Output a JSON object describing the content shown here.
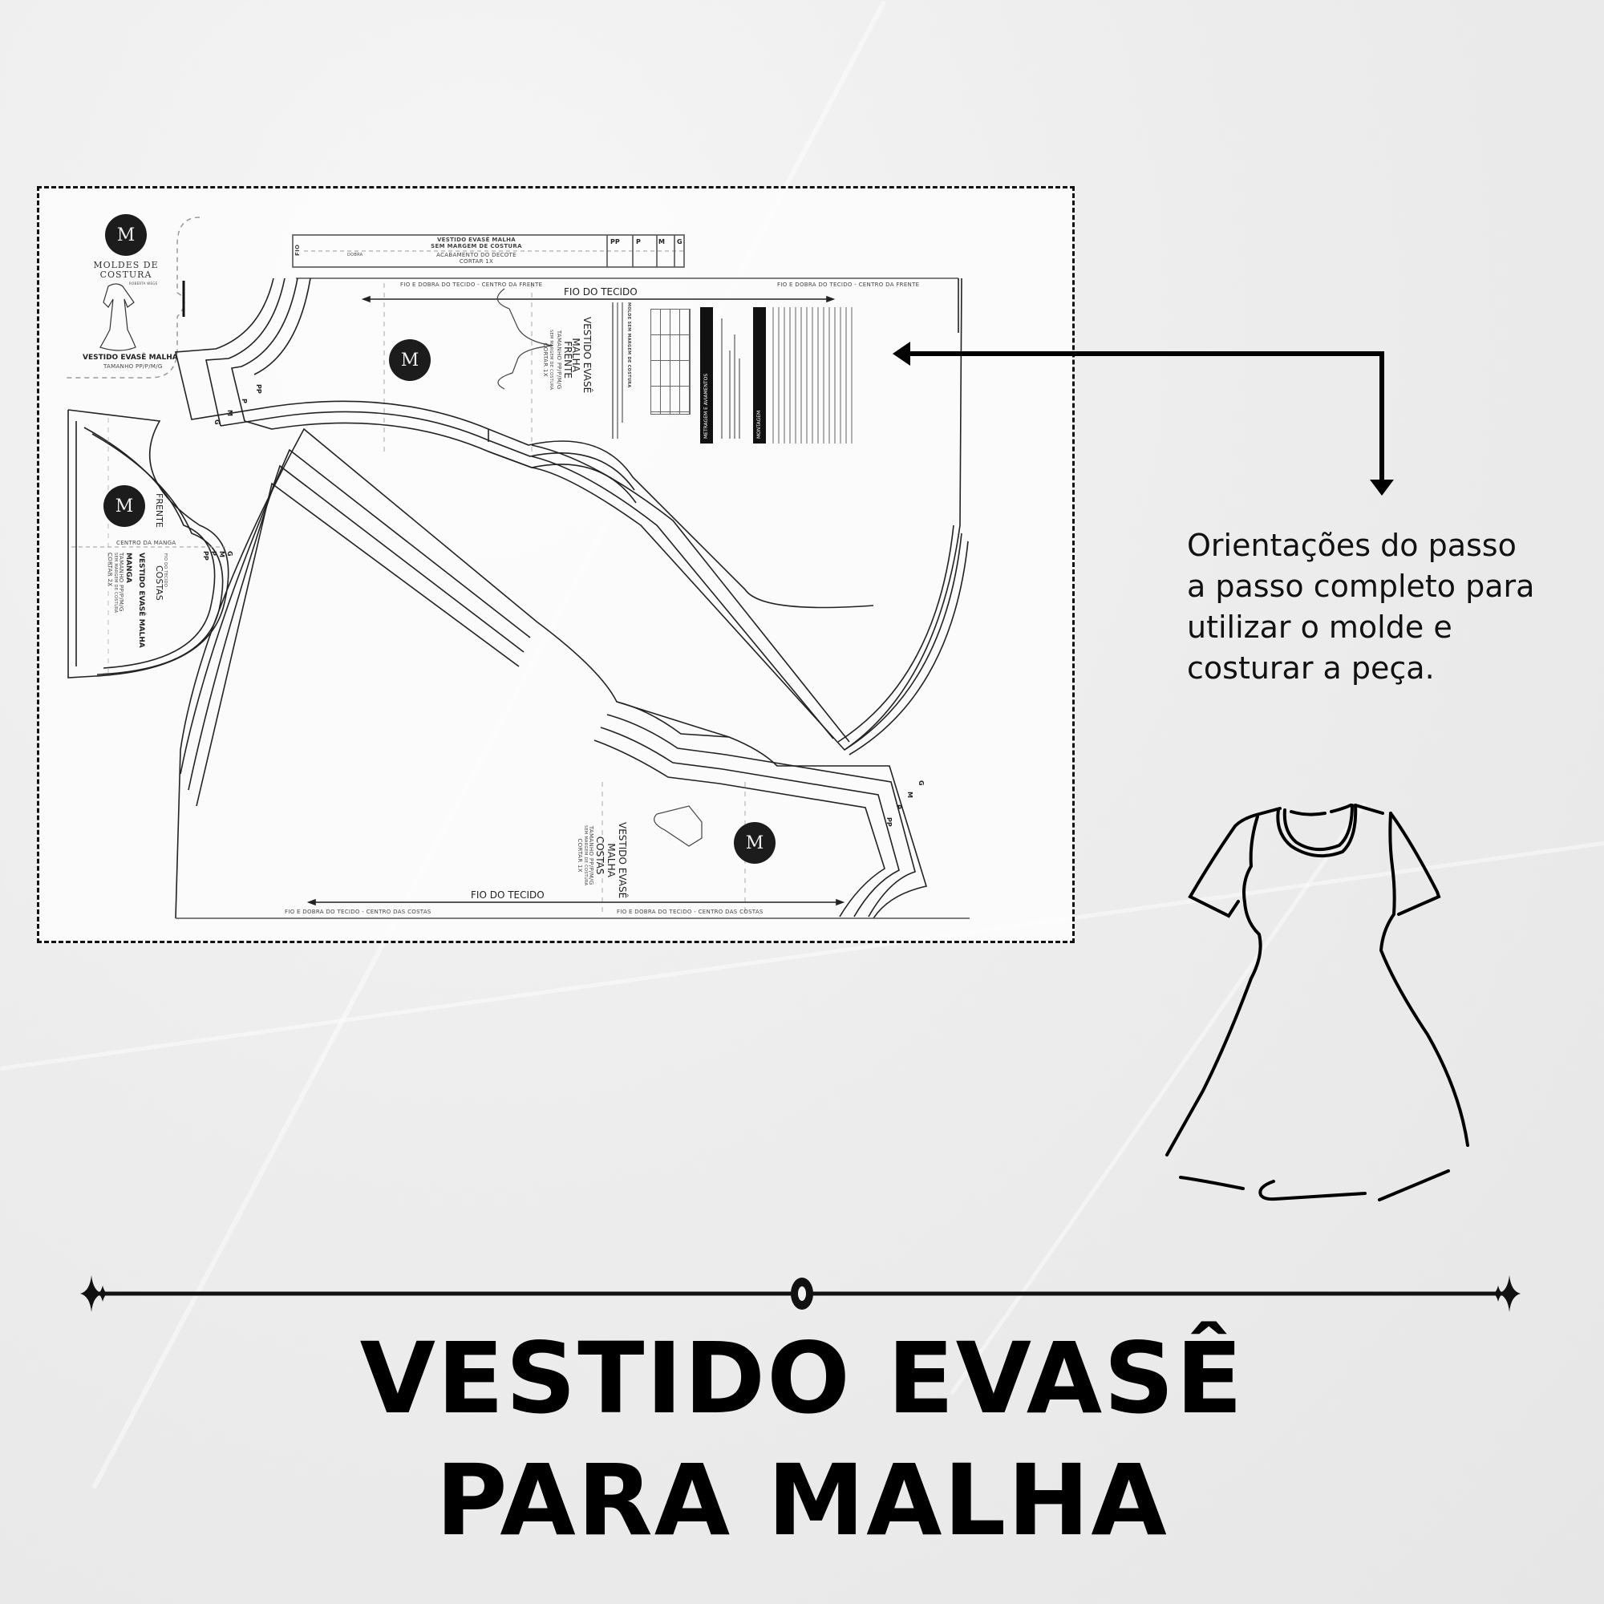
{
  "callout": {
    "lines": [
      "Orientações do passo",
      "a passo completo para",
      "utilizar o molde e",
      "costurar a peça."
    ]
  },
  "title": {
    "line1": "VESTIDO EVASÊ",
    "line2": "PARA MALHA"
  },
  "pattern_sheet": {
    "brand": {
      "name_line1": "MOLDES DE",
      "name_line2": "COSTURA",
      "tagline": "ROBERTA WEGE",
      "logo_glyph": "M"
    },
    "cover": {
      "title": "VESTIDO EVASÊ MALHA",
      "sizes": "TAMANHO PP/P/M/G"
    },
    "neckband": {
      "fio": "FIO",
      "dobra": "DOBRA",
      "title1": "VESTIDO EVASÊ MALHA",
      "title2": "SEM MARGEM DE COSTURA",
      "piece": "ACABAMENTO DO DECOTE",
      "cut": "CORTAR 1X",
      "sizes": [
        "PP",
        "P",
        "M",
        "G"
      ]
    },
    "front": {
      "fold_label_1": "FIO E DOBRA DO TECIDO - CENTRO DA FRENTE",
      "fold_label_2": "FIO E DOBRA DO TECIDO - CENTRO DA FRENTE",
      "grain": "FIO DO TECIDO",
      "title1": "VESTIDO EVASÊ",
      "title2": "MALHA",
      "piece": "FRENTE",
      "sizes": "TAMANHO PP/P/M/G",
      "margin": "SEM MARGEM DE COSTURA",
      "cut": "CORTAR 1X",
      "size_tags": [
        "G",
        "M",
        "P",
        "PP"
      ],
      "instructions_title": "MOLDE SEM MARGEM DE COSTURA",
      "instructions_bar_1": "METRAGEM E AVIAMENTOS",
      "instructions_bar_2": "MONTAGEM"
    },
    "sleeve": {
      "front_label": "FRENTE",
      "back_label": "COSTAS",
      "center": "CENTRO DA MANGA",
      "grain": "FIO DO TECIDO",
      "title": "VESTIDO EVASÊ MALHA",
      "piece": "MANGA",
      "sizes": "TAMANHO PP/P/M/G",
      "margin": "SEM MARGEM DE COSTURA",
      "cut": "CORTAR 2X",
      "size_tags": [
        "PP",
        "P",
        "M",
        "G"
      ]
    },
    "back": {
      "grain": "FIO DO TECIDO",
      "fold_label_1": "FIO E DOBRA DO TECIDO - CENTRO DAS COSTAS",
      "fold_label_2": "FIO E DOBRA DO TECIDO - CENTRO DAS COSTAS",
      "title1": "VESTIDO EVASÊ",
      "title2": "MALHA",
      "piece": "COSTAS",
      "sizes": "TAMANHO PP/P/M/G",
      "margin": "SEM MARGEM DE COSTURA",
      "cut": "CORTAR 1X",
      "size_tags": [
        "G",
        "M",
        "P",
        "PP"
      ]
    }
  },
  "colors": {
    "ink": "#111111",
    "paper": "#fcfcfc",
    "background": "#ececec"
  },
  "icons": [
    "arrow-pointer-icon",
    "dress-sketch-icon",
    "ornament-divider-icon",
    "brand-logo-icon"
  ]
}
